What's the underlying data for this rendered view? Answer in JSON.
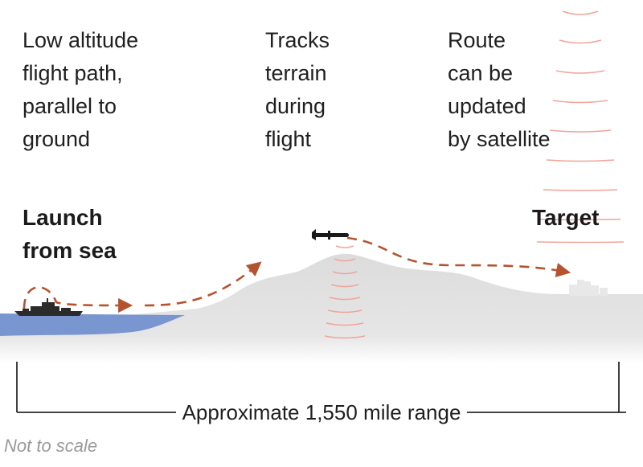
{
  "captions": {
    "low_altitude": "Low altitude\nflight path,\nparallel to\nground",
    "terrain": "Tracks\nterrain\nduring\nflight",
    "satellite": "Route\ncan be\nupdated\nby satellite"
  },
  "labels": {
    "launch": "Launch\nfrom sea",
    "target": "Target"
  },
  "range_label": "Approximate 1,550 mile range",
  "note": "Not to scale",
  "colors": {
    "path": "#b5532f",
    "ground": "#dcdcdc",
    "water": "#7a96d1",
    "signal": "#f0a49a",
    "text": "#1f1f1f"
  }
}
